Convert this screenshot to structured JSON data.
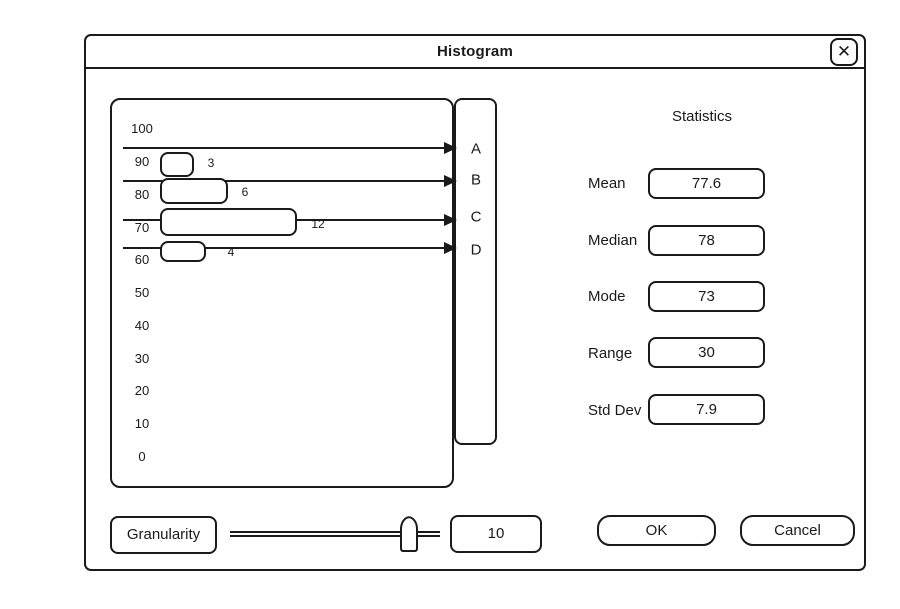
{
  "window": {
    "title": "Histogram",
    "close_icon": "✕"
  },
  "chart_data": {
    "type": "bar",
    "orientation": "horizontal",
    "title": "",
    "categories": [
      "A",
      "B",
      "C",
      "D"
    ],
    "values": [
      3,
      6,
      12,
      4
    ],
    "y_axis_ticks": [
      "100",
      "90",
      "80",
      "70",
      "60",
      "50",
      "40",
      "30",
      "20",
      "10",
      "0"
    ],
    "axis_range": [
      0,
      100
    ],
    "grid": false,
    "legend": false
  },
  "statistics": {
    "title": "Statistics",
    "rows": [
      {
        "label": "Mean",
        "value": "77.6"
      },
      {
        "label": "Median",
        "value": "78"
      },
      {
        "label": "Mode",
        "value": "73"
      },
      {
        "label": "Range",
        "value": "30"
      },
      {
        "label": "Std Dev",
        "value": "7.9"
      }
    ]
  },
  "footer": {
    "granularity_label": "Granularity",
    "slider_value": "10",
    "ok_label": "OK",
    "cancel_label": "Cancel"
  },
  "colors": {
    "stroke": "#1a1a1a",
    "background": "#ffffff"
  }
}
